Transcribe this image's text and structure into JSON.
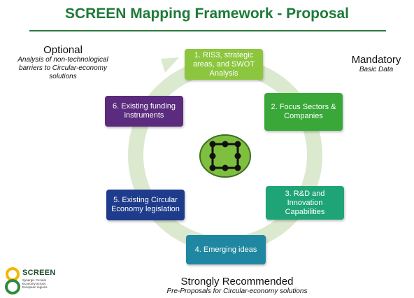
{
  "title": "SCREEN Mapping Framework - Proposal",
  "steps": [
    "1. RIS3, strategic areas, and SWOT Analysis",
    "2. Focus Sectors & Companies",
    "3. R&D and Innovation Capabilities",
    "4. Emerging ideas",
    "5. Existing Circular Economy legislation",
    "6. Existing funding instruments"
  ],
  "optional": {
    "label": "Optional",
    "note": "Analysis of non-technological barriers to Circular-economy solutions"
  },
  "mandatory": {
    "label": "Mandatory",
    "note": "Basic Data"
  },
  "strongly_recommended": {
    "label": "Strongly Recommended",
    "note": "Pre-Proposals for Circular-economy solutions"
  },
  "logo": {
    "name": "SCREEN",
    "tagline": "Synergic Circular Economy across European regions"
  },
  "colors": {
    "title": "#1f7a3a",
    "step1": "#8cc63f",
    "step2": "#39a839",
    "step3": "#1fa477",
    "step4": "#1f87a1",
    "step5": "#1e3b8c",
    "step6": "#5b2b7e",
    "ring": "#d8e8cc",
    "icon": "#7fbf3f"
  }
}
